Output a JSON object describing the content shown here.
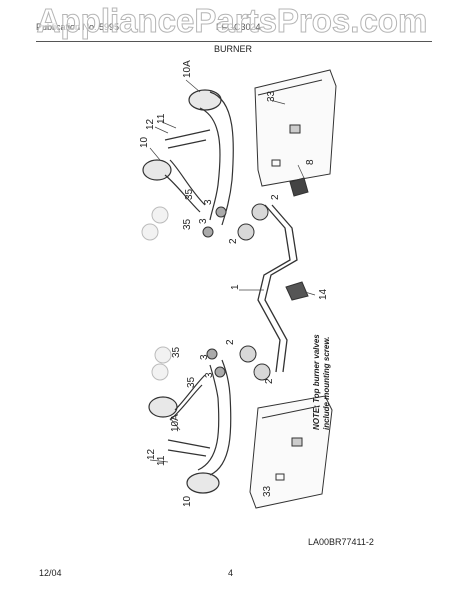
{
  "watermark": "AppliancePartsPros.com",
  "header": {
    "publication": "Publication No. 5995",
    "model": "FFGC3024",
    "section": "BURNER"
  },
  "callouts": {
    "c10a": "10A",
    "c33": "33",
    "c12": "12",
    "c11": "11",
    "c10": "10",
    "c8": "8",
    "c2": "2",
    "c35": "35",
    "c3": "3",
    "c1": "1",
    "c14": "14"
  },
  "note": {
    "line1": "NOTE: Top burner valves",
    "line2": "include mounting screw."
  },
  "diagram_code": "LA00BR77411-2",
  "footer": {
    "date": "12/04",
    "page": "4"
  }
}
